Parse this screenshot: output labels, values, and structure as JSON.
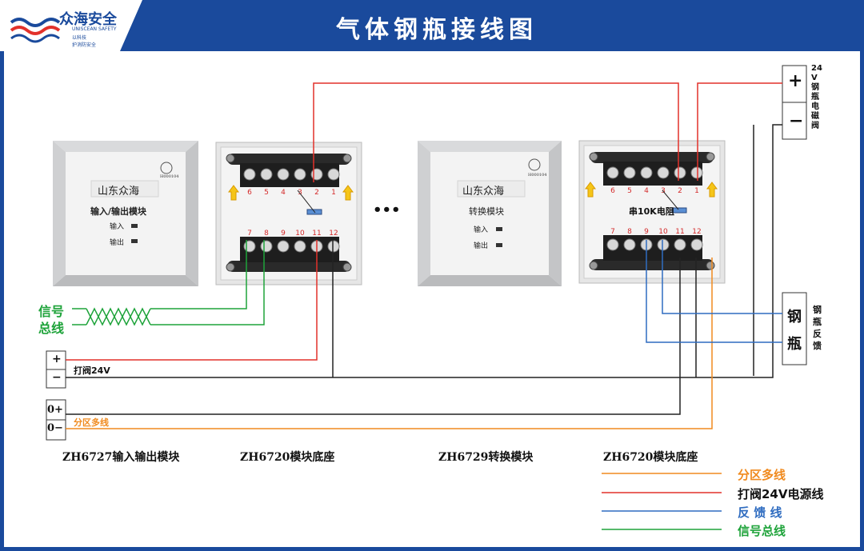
{
  "header": {
    "logo_name": "众海安全",
    "logo_en": "UNISCEAN SAFETY",
    "logo_sub1": "以科技",
    "logo_sub2": "护消防安全",
    "title": "气体钢瓶接线图"
  },
  "modules": {
    "io": {
      "brand": "山东众海",
      "name": "输入/输出模块",
      "in": "输入",
      "out": "输出",
      "cert": "H000104",
      "caption": "ZH6727输入输出模块"
    },
    "base1": {
      "caption": "ZH6720模块底座"
    },
    "conv": {
      "brand": "山东众海",
      "name": "转换模块",
      "in": "输入",
      "out": "输出",
      "cert": "H000104",
      "caption": "ZH6729转换模块"
    },
    "base2": {
      "caption": "ZH6720模块底座",
      "resistor": "串10K电阻"
    }
  },
  "terminals": {
    "top": [
      "6",
      "5",
      "4",
      "3",
      "2",
      "1"
    ],
    "bottom": [
      "7",
      "8",
      "9",
      "10",
      "11",
      "12"
    ]
  },
  "labels": {
    "signal_bus": [
      "信号",
      "总线"
    ],
    "valve_24v": "打阀24V",
    "plus": "+",
    "minus": "−",
    "zone_plus": "0+",
    "zone_minus": "0−",
    "zone_line": "分区多线",
    "ellipsis": "•••",
    "solenoid_plus": "+",
    "solenoid_minus": "−",
    "solenoid_side": "24V钢瓶电磁阀",
    "cylinder": [
      "钢",
      "瓶"
    ],
    "cylinder_side": "钢瓶反馈"
  },
  "legend": [
    {
      "label": "分区多线",
      "color": "#f08a1e"
    },
    {
      "label": "打阀24V电源线",
      "color": "#e2312a"
    },
    {
      "label": "反 馈 线",
      "color": "#2f6cc0"
    },
    {
      "label": "信号总线",
      "color": "#1ea33a"
    }
  ],
  "colors": {
    "brand": "#1a4a9c",
    "red": "#e2312a",
    "orange": "#f08a1e",
    "blue": "#2f6cc0",
    "green": "#1ea33a"
  }
}
